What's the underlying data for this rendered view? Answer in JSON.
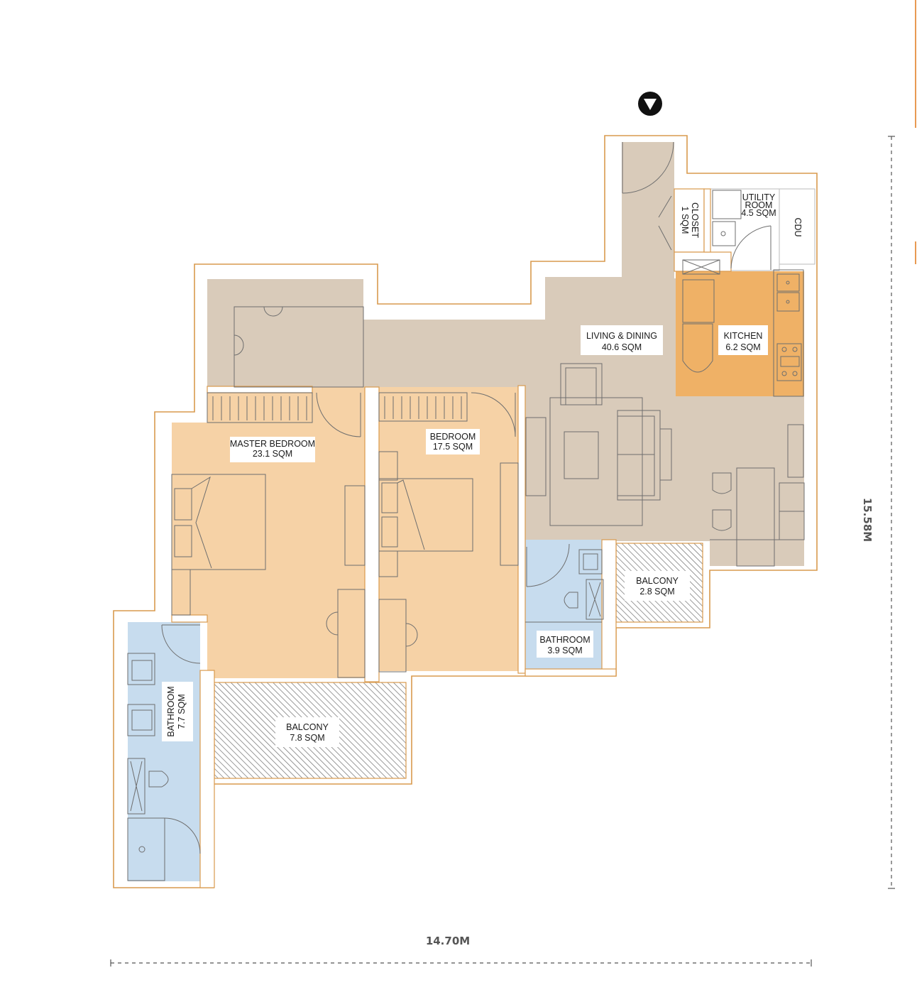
{
  "colors": {
    "living": "#d9cbba",
    "bedroom": "#f6d2a6",
    "kitchen": "#efb166",
    "bathroom": "#c7dcee",
    "balcony_bg": "#ffffff",
    "balcony_hatch": "#6f6f6f",
    "wall_outline": "#d99a4e",
    "furniture_line": "#6e6e6e",
    "dimension_text": "#555555",
    "entrance_marker": "#111111"
  },
  "icons": {
    "entrance": "down-triangle-in-circle-icon"
  },
  "rooms": {
    "living_dining": {
      "name": "LIVING & DINING",
      "area": "40.6 SQM"
    },
    "kitchen": {
      "name": "KITCHEN",
      "area": "6.2 SQM"
    },
    "utility": {
      "name_line1": "UTILITY",
      "name_line2": "ROOM",
      "area": "4.5 SQM"
    },
    "cdu": {
      "name": "CDU"
    },
    "closet": {
      "name": "CLOSET",
      "area": "1 SQM"
    },
    "master_bedroom": {
      "name": "MASTER BEDROOM",
      "area": "23.1 SQM"
    },
    "bedroom": {
      "name": "BEDROOM",
      "area": "17.5 SQM"
    },
    "balcony_small": {
      "name": "BALCONY",
      "area": "2.8 SQM"
    },
    "bathroom_small": {
      "name": "BATHROOM",
      "area": "3.9 SQM"
    },
    "bathroom_large": {
      "name": "BATHROOM",
      "area": "7.7 SQM"
    },
    "balcony_large": {
      "name": "BALCONY",
      "area": "7.8 SQM"
    }
  },
  "dimensions": {
    "width": "14.70M",
    "height": "15.58M"
  }
}
